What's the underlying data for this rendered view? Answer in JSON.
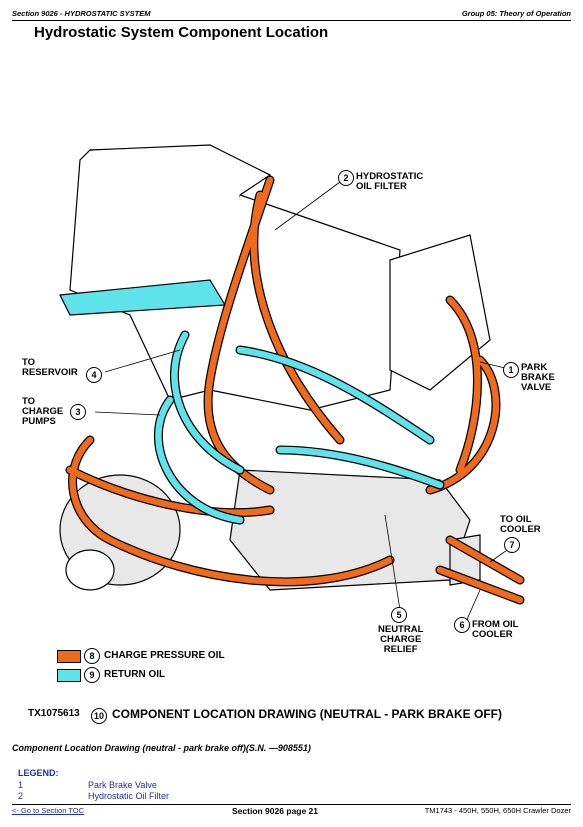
{
  "header": {
    "section": "Section 9026 - HYDROSTATIC SYSTEM",
    "group": "Group 05: Theory of Operation"
  },
  "title": "Hydrostatic System Component Location",
  "labels": {
    "c1": "1",
    "c1_text": "PARK\nBRAKE\nVALVE",
    "c2": "2",
    "c2_text": "HYDROSTATIC\nOIL FILTER",
    "c3": "3",
    "c3_text": "TO\nCHARGE\nPUMPS",
    "c4": "4",
    "c4_text": "TO\nRESERVOIR",
    "c5": "5",
    "c5_text": "NEUTRAL\nCHARGE\nRELIEF",
    "c6": "6",
    "c6_text": "FROM OIL\nCOOLER",
    "c7": "7",
    "c7_text": "TO OIL\nCOOLER"
  },
  "legend_keys": [
    {
      "num": "8",
      "text": "CHARGE PRESSURE OIL",
      "color": "#f06a1c"
    },
    {
      "num": "9",
      "text": "RETURN OIL",
      "color": "#5fe3ea"
    }
  ],
  "figure_id": "TX1075613",
  "figure_caption_num": "10",
  "figure_caption": "COMPONENT LOCATION DRAWING (NEUTRAL - PARK BRAKE OFF)",
  "caption": "Component Location Drawing (neutral - park brake off)(S.N. —908551)",
  "legend": {
    "heading": "LEGEND:",
    "rows": [
      {
        "num": "1",
        "text": "Park Brake Valve"
      },
      {
        "num": "2",
        "text": "Hydrostatic Oil Filter"
      }
    ]
  },
  "footer": {
    "toc_link": "<- Go to Section TOC",
    "page": "Section 9026 page 21",
    "manual": "TM1743 - 450H, 550H, 650H Crawler Dozer"
  },
  "colors": {
    "charge": "#f06a1c",
    "return": "#5fe3ea"
  }
}
